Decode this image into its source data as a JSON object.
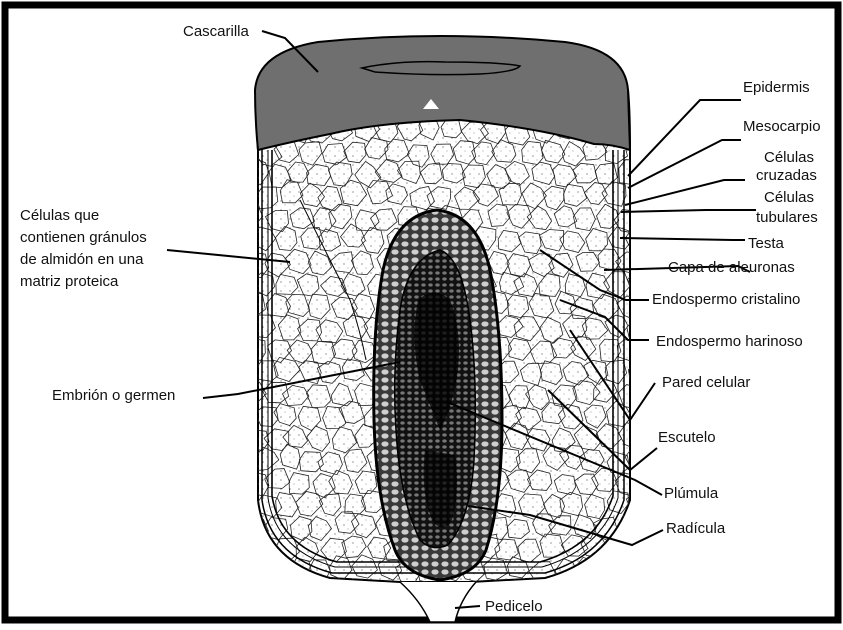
{
  "labels": {
    "cascarilla": "Cascarilla",
    "epidermis": "Epidermis",
    "mesocarpio": "Mesocarpio",
    "celulas_cruzadas": [
      "Células",
      "cruzadas"
    ],
    "celulas_tubulares": [
      "Células",
      "tubulares"
    ],
    "testa": "Testa",
    "capa_aleuronas": "Capa de aleuronas",
    "endospermo_cristalino": "Endospermo cristalino",
    "endospermo_harinoso": "Endospermo harinoso",
    "pared_celular": "Pared celular",
    "escutelo": "Escutelo",
    "plumula": "Plúmula",
    "radicula": "Radícula",
    "pedicelo": "Pedicelo",
    "embrion": "Embrión o germen",
    "celulas_almidon": [
      "Células que",
      "contienen gránulos",
      "de almidón en una",
      "matriz proteica"
    ]
  },
  "colors": {
    "frame": "#000000",
    "cascarilla_fill": "#6f6f6f",
    "endosperm_fill": "#ffffff",
    "embryo_fill": "#2a2a2a",
    "ink": "#111111"
  }
}
